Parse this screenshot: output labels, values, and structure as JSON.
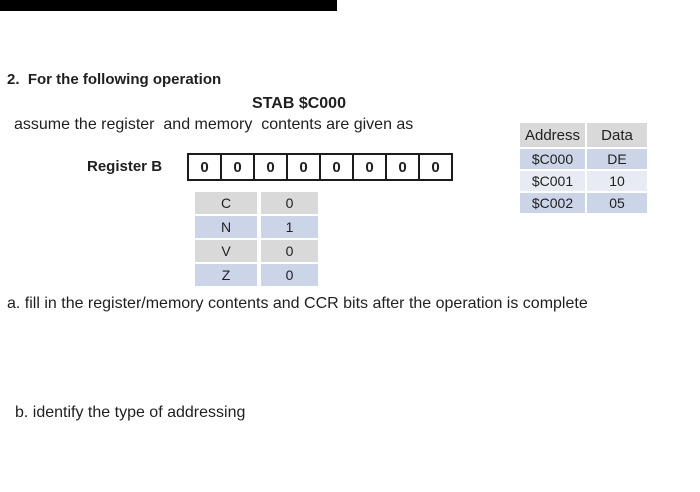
{
  "document": {
    "question_number_line": "2.  For the following operation",
    "operation_code": "STAB $C000",
    "assumption_line": "assume the register  and memory  contents are given as",
    "part_a_text": "a. fill in the register/memory contents and CCR bits after the operation is complete",
    "part_b_text": "b. identify the type of addressing"
  },
  "register_b": {
    "label": "Register B",
    "bits": [
      "0",
      "0",
      "0",
      "0",
      "0",
      "0",
      "0",
      "0"
    ]
  },
  "ccr_table": {
    "rows": [
      {
        "flag": "C",
        "value": "0"
      },
      {
        "flag": "N",
        "value": "1"
      },
      {
        "flag": "V",
        "value": "0"
      },
      {
        "flag": "Z",
        "value": "0"
      }
    ]
  },
  "memory_table": {
    "headers": {
      "address": "Address",
      "data": "Data"
    },
    "rows": [
      {
        "address": "$C000",
        "data": "DE"
      },
      {
        "address": "$C001",
        "data": "10"
      },
      {
        "address": "$C002",
        "data": "05"
      }
    ]
  },
  "colors": {
    "band_gray": "#d9d9d9",
    "band_blue": "#ccd4e8",
    "band_light": "#e7ebf3",
    "text": "#1f1f1f",
    "scan_bar": "#000000"
  }
}
